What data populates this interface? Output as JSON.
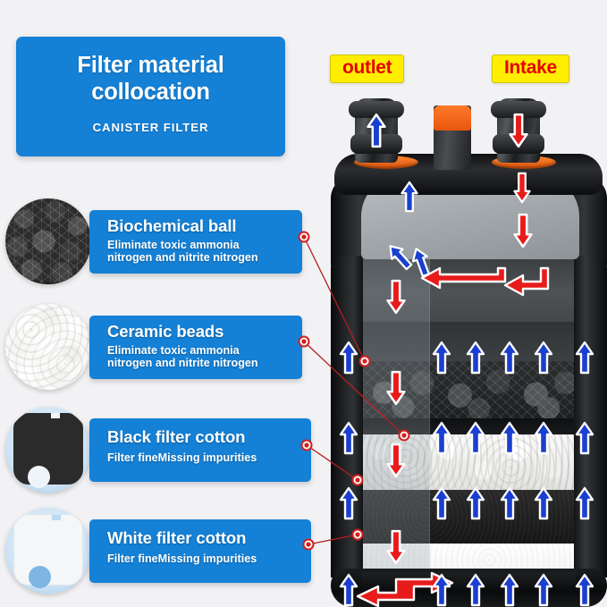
{
  "title_card": {
    "main_line1": "Filter material",
    "main_line2": "collocation",
    "subtitle": "CANISTER FILTER"
  },
  "port_tags": {
    "outlet": "outlet",
    "intake": "Intake"
  },
  "legend": {
    "items": [
      {
        "key": "biochemical-ball",
        "title": "Biochemical ball",
        "desc_line1": "Eliminate toxic ammonia",
        "desc_line2": "nitrogen and nitrite nitrogen",
        "thumb": "biochemical-ball-photo"
      },
      {
        "key": "ceramic-beads",
        "title": "Ceramic beads",
        "desc_line1": "Eliminate toxic ammonia",
        "desc_line2": "nitrogen and nitrite nitrogen",
        "thumb": "ceramic-beads-photo"
      },
      {
        "key": "black-filter-cotton",
        "title": "Black filter cotton",
        "desc_line1": "Filter fineMissing impurities",
        "desc_line2": "",
        "thumb": "black-sponge-pad-photo"
      },
      {
        "key": "white-filter-cotton",
        "title": "White filter cotton",
        "desc_line1": "Filter fineMissing impurities",
        "desc_line2": "",
        "thumb": "white-sponge-pad-photo"
      }
    ]
  },
  "diagram": {
    "device": "aquarium-canister-filter",
    "flow_in_color": "#e60000",
    "flow_out_color": "#1a3fd0",
    "media_stack_top_to_bottom": [
      "biochemical-ball",
      "ceramic-beads",
      "black-filter-cotton",
      "white-filter-cotton"
    ]
  },
  "colors": {
    "brand_blue": "#1581d6",
    "tag_yellow": "#ffee00",
    "tag_text_red": "#e60000",
    "arrow_red": "#e81b1b",
    "arrow_blue": "#1a3fd0",
    "page_background": "#f2f2f4"
  }
}
